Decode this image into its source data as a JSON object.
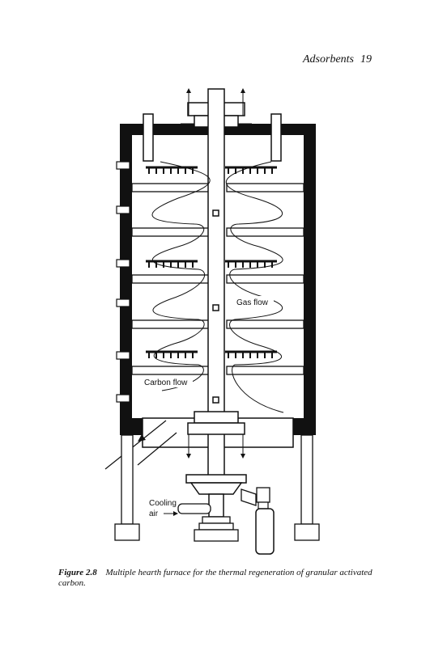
{
  "header": {
    "running_title": "Adsorbents",
    "page_number": "19"
  },
  "figure": {
    "label": "Figure",
    "number": "2.8",
    "caption": "Multiple hearth furnace for the thermal regeneration of granular activated carbon.",
    "labels": {
      "gas_flow": "Gas flow",
      "carbon_flow": "Carbon flow",
      "cooling": "Cooling",
      "air": "air"
    }
  }
}
